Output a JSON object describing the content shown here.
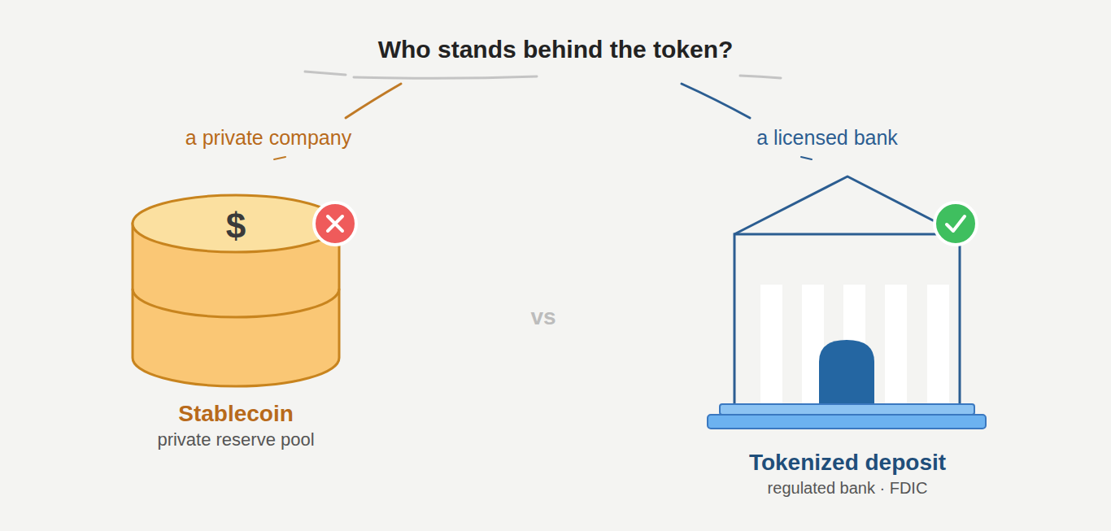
{
  "diagram": {
    "title": "Who stands behind the token?",
    "nodes": [
      {
        "text": [
          "Stablecoin",
          "private reserve pool"
        ]
      },
      {
        "text": [
          "Tokenized deposit",
          "regulated bank · FDIC"
        ]
      }
    ],
    "labels": [
      "a private company",
      "a licensed bank",
      "vs"
    ]
  }
}
